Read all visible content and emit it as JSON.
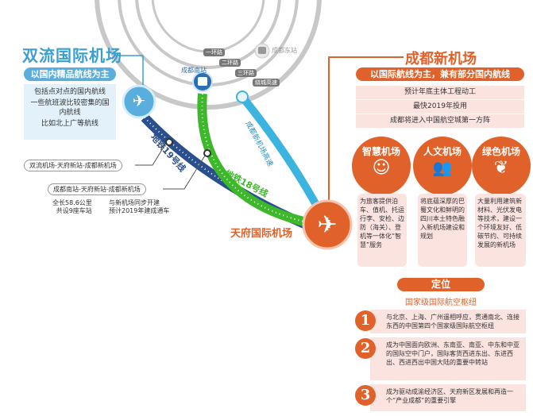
{
  "shuangliu": {
    "title": "双流国际机场",
    "subtitle": "以国内精品航线为主",
    "items": [
      "包括点对点的国内航线",
      "一些航班波比较密集的国内航线",
      "比如北上广等航线"
    ]
  },
  "map": {
    "south_station": "成都南站",
    "east_station": "成都东站",
    "roads": [
      "一环路",
      "二环路",
      "三环路",
      "绕城高速"
    ],
    "line19": "地铁19号线",
    "line18": "地铁18号线",
    "highway": "成都新机场高速",
    "tianfu": "天府国际机场",
    "callout19": "双流机场-天府新站-成都新机场",
    "callout18": "成都南站-天府新站-成都新机场",
    "note1a": "全长58.6公里",
    "note1b": "共设9座车站",
    "note2a": "与新机场同步开建",
    "note2b": "预计2019年建成通车"
  },
  "new_airport": {
    "title": "成都新机场",
    "subtitle": "以国际航线为主，兼有部分国内航线",
    "facts": [
      "预计年底主体工程动工",
      "最快2019年投用",
      "成都将进入中国航空城第一方阵"
    ],
    "features": [
      {
        "title": "智慧机场",
        "icon": "brain-head-icon",
        "text": "为旅客提供泊车、值机、托运行李、安检、边防（海关）、登机等一体化“智慧”服务"
      },
      {
        "title": "人文机场",
        "icon": "people-icon",
        "text": "将底蕴深厚的巴蜀文化和鲜明的四川本土特色融入新机场建设和规划"
      },
      {
        "title": "绿色机场",
        "icon": "tree-icon",
        "text": "大量利用建筑新材料、光伏发电等技术，建设一个环境友好、低碳节约、可持续发展的新机场"
      }
    ]
  },
  "positioning": {
    "label": "定位",
    "headline": "国家级国际航空枢纽",
    "points": [
      {
        "num": "1",
        "text": "与北京、上海、广州遥相呼应，贯通南北、连接东西的中国第四个国家级国际航空枢纽"
      },
      {
        "num": "2",
        "text": "成为中国面向欧洲、东南亚、南亚、中东和中亚的国际空中门户，国际客货西进东出、东进西出、西进西出中国大陆的重要中转站"
      },
      {
        "num": "3",
        "text": "成为驱动成渝经济区、天府新区发展和再造一个“产业成都”的重要引擎"
      }
    ]
  },
  "colors": {
    "blue": "#3a9fd0",
    "orange": "#e0622a",
    "green": "#3db82b",
    "navy": "#2a4f8f",
    "highway": "#3bb4e0"
  }
}
